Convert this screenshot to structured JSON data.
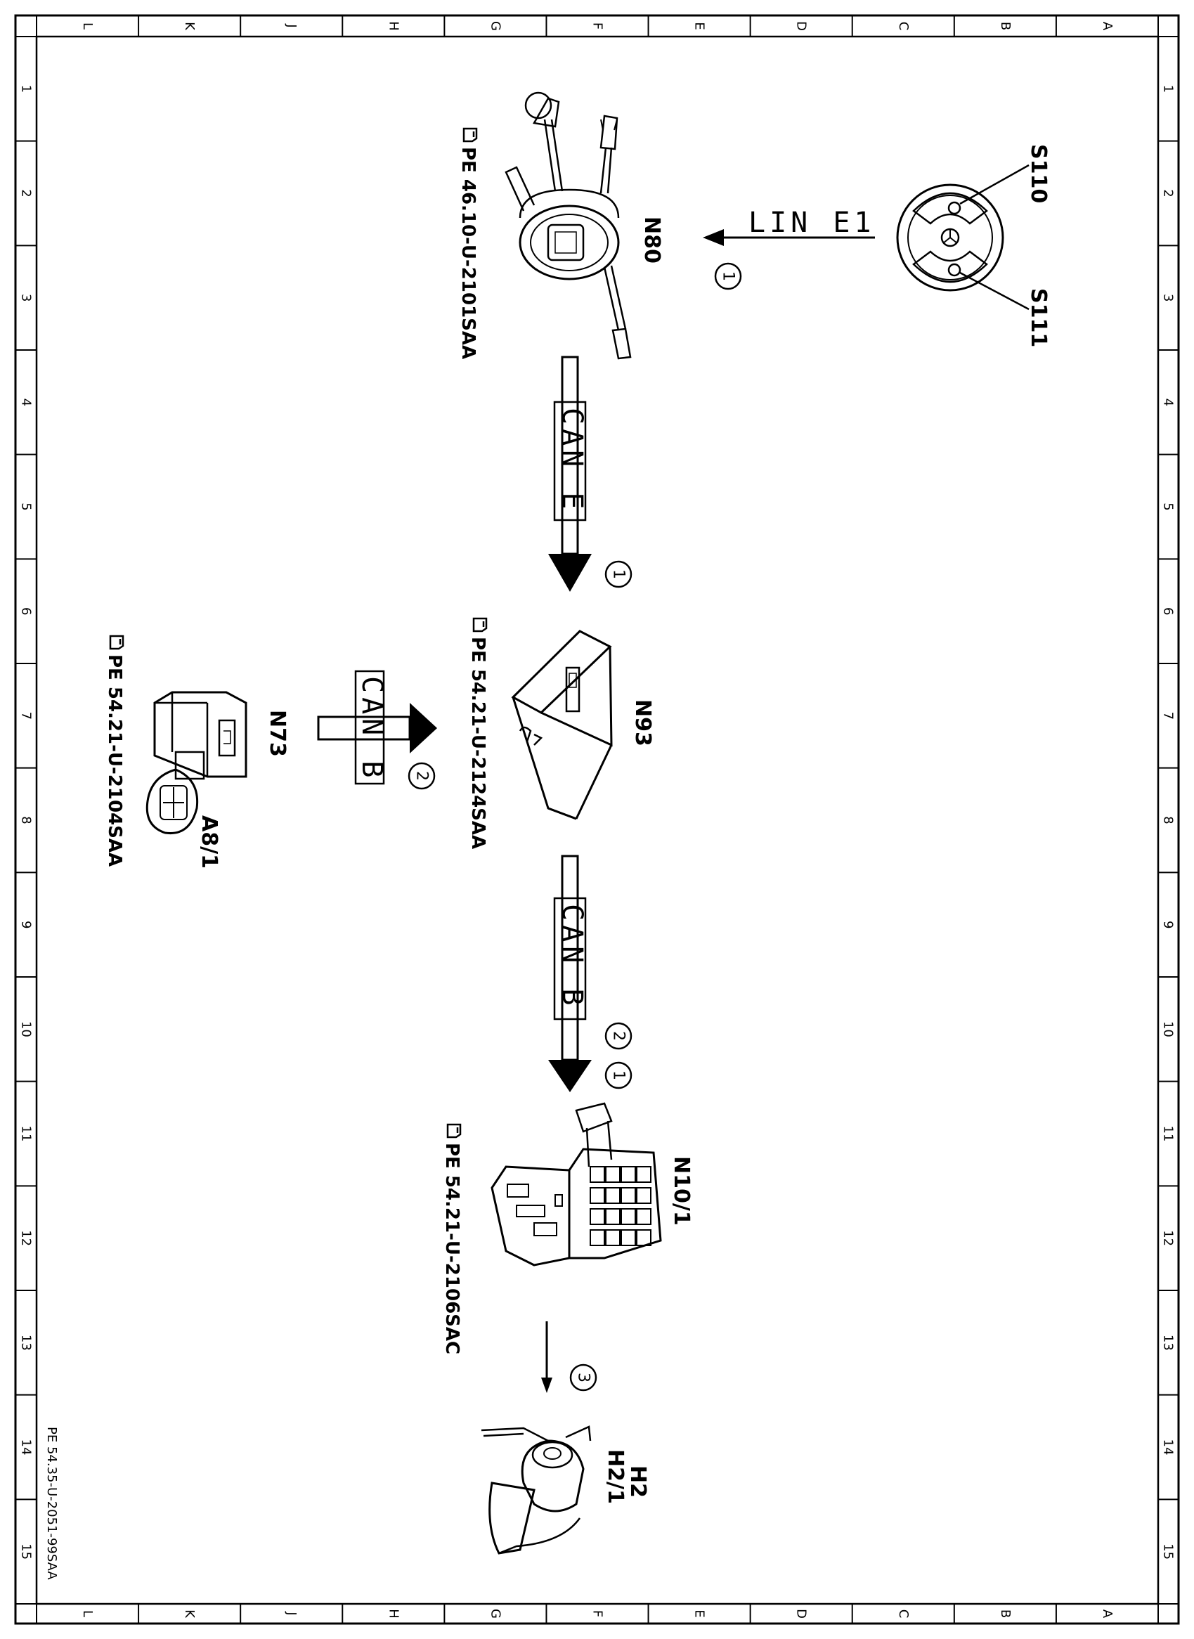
{
  "frame": {
    "zone_letters": [
      "L",
      "K",
      "J",
      "H",
      "G",
      "F",
      "E",
      "D",
      "C",
      "B",
      "A"
    ],
    "zone_numbers": [
      "1",
      "2",
      "3",
      "4",
      "5",
      "6",
      "7",
      "8",
      "9",
      "10",
      "11",
      "12",
      "13",
      "14",
      "15"
    ],
    "document_number": "PE 54.35-U-2051-99SAA"
  },
  "components": {
    "s110": {
      "label": "S110"
    },
    "s111": {
      "label": "S111"
    },
    "n80": {
      "label": "N80",
      "ref": "PE 46.10-U-2101SAA"
    },
    "n93": {
      "label": "N93",
      "ref": "PE 54.21-U-2124SAA"
    },
    "n73": {
      "label": "N73"
    },
    "a8_1": {
      "label": "A8/1",
      "ref": "PE 54.21-U-2104SAA"
    },
    "n10_1": {
      "label": "N10/1",
      "ref": "PE 54.21-U-2106SAC"
    },
    "h2": {
      "label": "H2",
      "label2": "H2/1"
    }
  },
  "connections": {
    "lin_e1": {
      "label": "LIN E1",
      "steps": [
        "1"
      ]
    },
    "can_e": {
      "label": "CAN E",
      "steps": [
        "1"
      ]
    },
    "can_b_side": {
      "label": "CAN B",
      "steps": [
        "2"
      ]
    },
    "can_b_down": {
      "label": "CAN B",
      "steps": [
        "2",
        "1"
      ]
    },
    "horn": {
      "steps": [
        "3"
      ]
    }
  }
}
